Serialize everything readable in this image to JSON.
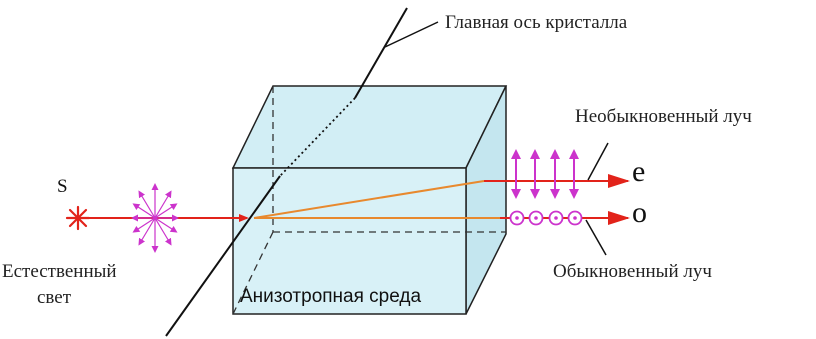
{
  "labels": {
    "source": "S",
    "natural_light_line1": "Естественный",
    "natural_light_line2": "свет",
    "main_axis": "Главная ось кристалла",
    "extraordinary_ray": "Необыкновенный луч",
    "ordinary_ray": "Обыкновенный луч",
    "e_symbol": "e",
    "o_symbol": "o",
    "medium": "Анизотропная среда"
  },
  "colors": {
    "crystal_fill": "#d2eef5",
    "crystal_edge": "#222222",
    "ray_red": "#e2231a",
    "ray_orange": "#e8892e",
    "polarization_magenta": "#cc33cc",
    "axis_line": "#111111"
  },
  "icons": {
    "source": "asterisk-star-icon",
    "natural_light_polarization": "radial-arrows-icon"
  }
}
